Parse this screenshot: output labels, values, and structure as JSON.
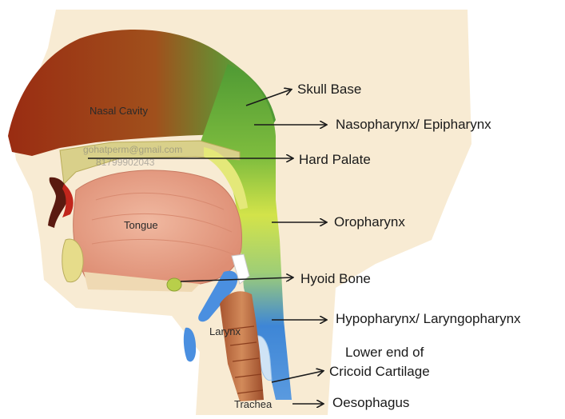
{
  "labels": {
    "skull_base": "Skull Base",
    "nasopharynx": "Nasopharynx/ Epipharynx",
    "hard_palate": "Hard Palate",
    "oropharynx": "Oropharynx",
    "hyoid_bone": "Hyoid Bone",
    "hypopharynx": "Hypopharynx/ Laryngopharynx",
    "cricoid_line1": "Lower end of",
    "cricoid_line2": "Cricoid Cartilage",
    "oesophagus": "Oesophagus"
  },
  "inner_labels": {
    "nasal_cavity": "Nasal Cavity",
    "tongue": "Tongue",
    "larynx": "Larynx",
    "trachea": "Trachea"
  },
  "watermark": {
    "line1": "gohatperm@gmail.com",
    "line2": "81799902043"
  },
  "colors": {
    "nasal": "#8e2a12",
    "naso_green": "#5aa63c",
    "oro_yellow": "#cfe24a",
    "hypo_blue": "#3e86d6",
    "tongue": "#e7a48c",
    "trachea": "#b8643a",
    "skin": "#f6e4c4"
  }
}
